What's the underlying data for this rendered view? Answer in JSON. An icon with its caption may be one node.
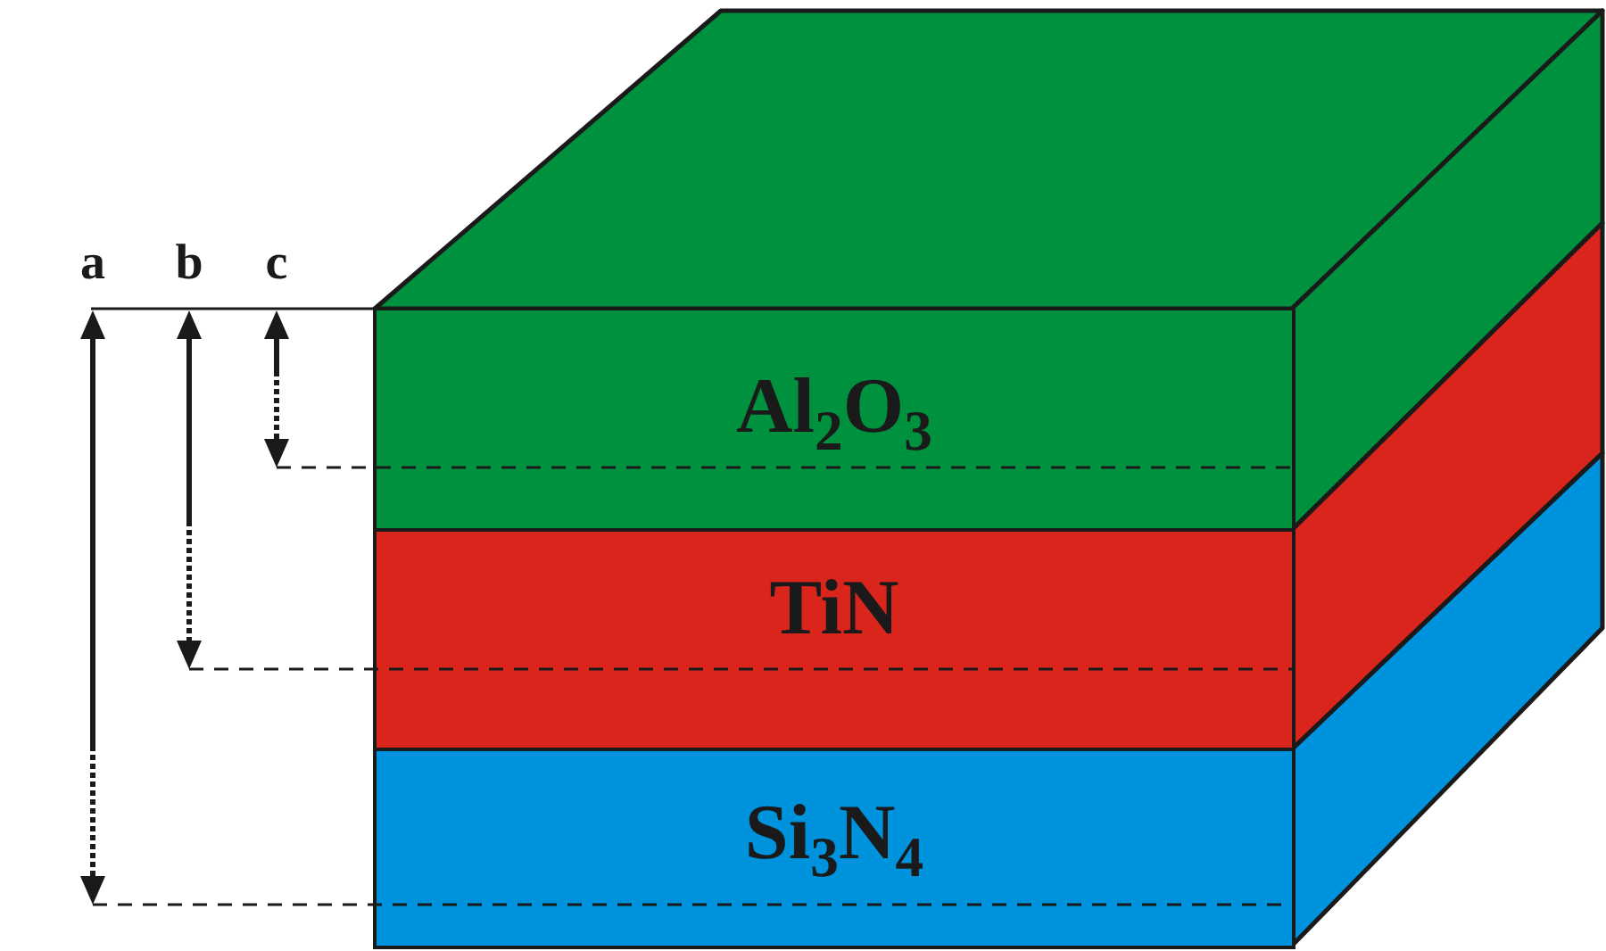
{
  "diagram": {
    "nodes": [
      {
        "text": [
          "Al$_{2}$O$_{3}$"
        ]
      },
      {
        "text": [
          "TiN"
        ]
      },
      {
        "text": [
          "Si$_{3}$N$_{4}$"
        ]
      }
    ],
    "labels": [
      "a",
      "b",
      "c"
    ]
  }
}
